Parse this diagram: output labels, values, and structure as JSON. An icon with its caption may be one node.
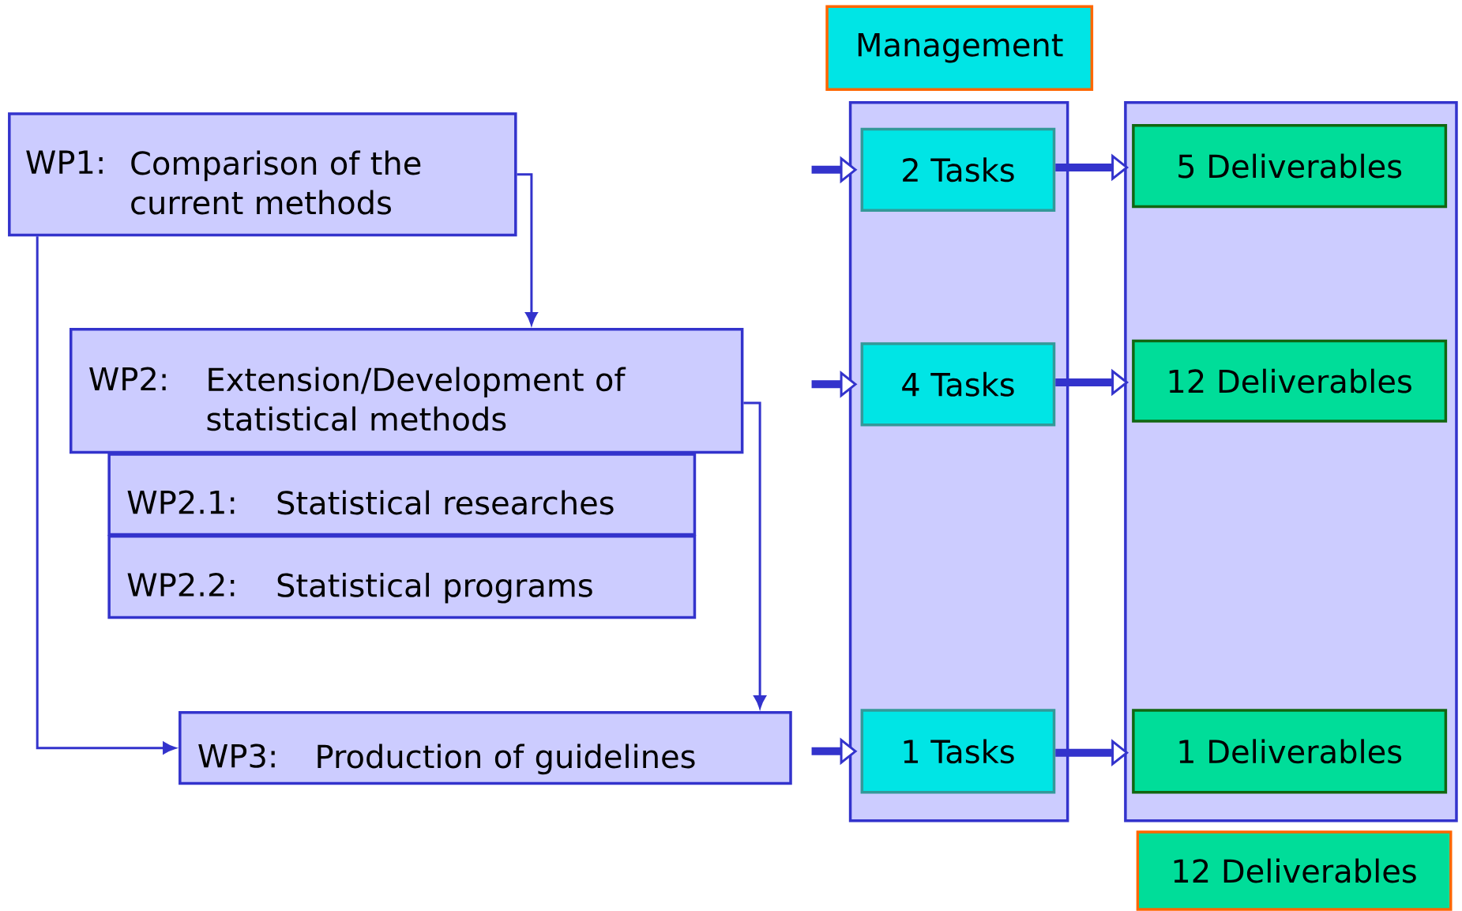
{
  "diagram": {
    "nodes": [
      {
        "text": [
          "Management"
        ]
      },
      {
        "text": [],
        "shape": "box"
      },
      {
        "text": [
          "2 Tasks"
        ],
        "in": 1
      },
      {
        "text": [
          "4 Tasks"
        ],
        "in": 1
      },
      {
        "text": [
          "1 Tasks"
        ],
        "in": 1
      },
      {
        "text": [],
        "shape": "box"
      },
      {
        "text": [
          "5 Deliverables"
        ],
        "in": 5
      },
      {
        "text": [
          "12 Deliverables"
        ],
        "in": 5
      },
      {
        "text": [
          "1 Deliverables"
        ],
        "in": 5
      },
      {
        "text": [
          "12 Deliverables"
        ]
      },
      {
        "text": [
          "WP1:",
          "Comparison of the current methods"
        ]
      },
      {
        "text": [
          "WP2:",
          "Extension/Development of statistical methods"
        ]
      },
      {
        "text": [
          "WP2.1:",
          "Statistical researches"
        ]
      },
      {
        "text": [
          "WP2.2:",
          "Statistical programs"
        ]
      },
      {
        "text": [
          "WP3:",
          "Production of guidelines"
        ]
      }
    ],
    "edges": [
      {
        "from": 10,
        "to": 11,
        "arrow": "to"
      },
      {
        "from": 10,
        "to": 14,
        "arrow": "to"
      },
      {
        "from": 11,
        "to": 14,
        "arrow": "to"
      },
      {
        "from": null,
        "to": 2,
        "arrow": "to"
      },
      {
        "from": null,
        "to": 3,
        "arrow": "to"
      },
      {
        "from": null,
        "to": 4,
        "arrow": "to"
      },
      {
        "from": 2,
        "to": 6,
        "arrow": "to"
      },
      {
        "from": 3,
        "to": 7,
        "arrow": "to"
      },
      {
        "from": 4,
        "to": 8,
        "arrow": "to"
      }
    ]
  }
}
